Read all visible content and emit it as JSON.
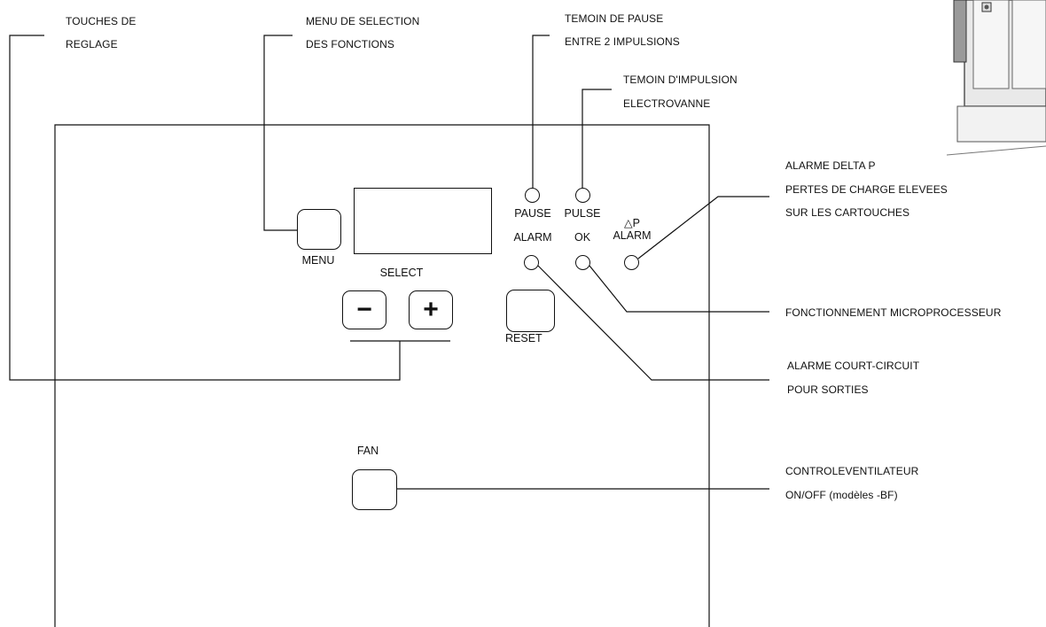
{
  "annotations": {
    "touches_reglage": [
      "TOUCHES DE",
      "REGLAGE"
    ],
    "menu_selection": [
      "MENU DE SELECTION",
      "DES FONCTIONS"
    ],
    "temoin_pause": [
      "TEMOIN DE PAUSE",
      "ENTRE 2 IMPULSIONS"
    ],
    "temoin_impulsion": [
      "TEMOIN D'IMPULSION",
      "ELECTROVANNE"
    ],
    "alarme_delta_p": [
      "ALARME DELTA P",
      "PERTES DE CHARGE ELEVEES",
      "SUR LES CARTOUCHES"
    ],
    "fonctionnement_micro": "FONCTIONNEMENT MICROPROCESSEUR",
    "alarme_court_circuit": [
      "ALARME COURT-CIRCUIT",
      "POUR SORTIES"
    ],
    "controle_ventilateur": [
      "CONTROLEVENTILATEUR",
      "ON/OFF (modèles -BF)"
    ]
  },
  "panel": {
    "menu_label": "MENU",
    "select_label": "SELECT",
    "minus_symbol": "−",
    "plus_symbol": "+",
    "reset_label": "RESET",
    "fan_label": "FAN",
    "pause_label": "PAUSE",
    "pulse_label": "PULSE",
    "alarm_label": "ALARM",
    "ok_label": "OK",
    "dp_symbol": "△P",
    "dp_alarm_label": "ALARM"
  }
}
